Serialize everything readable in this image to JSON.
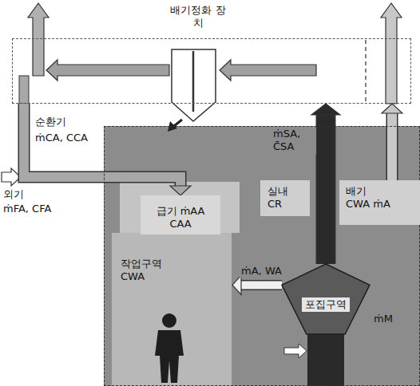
{
  "diagram": {
    "nodes": [
      {
        "text": [
          "배기정화 장치"
        ]
      },
      {
        "text": [
          "실내 CR"
        ]
      },
      {
        "text": [
          "급기 ṁAA CAA"
        ],
        "in": 1
      },
      {
        "text": [
          "배기 CWA ṁA"
        ],
        "in": 1
      },
      {
        "text": [
          "작업구역 CWA"
        ],
        "in": 1
      },
      {
        "text": [
          "포집구역"
        ],
        "in": 1
      }
    ],
    "edges": [
      {
        "from": 5,
        "to": 0,
        "arrow": "to"
      },
      {
        "from": 0,
        "to": 2,
        "arrow": "to"
      },
      {
        "from": 3,
        "to": 0,
        "arrow": "to"
      },
      {
        "from": 5,
        "to": 4,
        "arrow": "to",
        "label": "ṁA, WA"
      }
    ],
    "labels": [
      "순환기",
      "ṁCA, CCA",
      "외기",
      "ṁFA, CFA",
      "ṁSA, C̄SA",
      "ṁM"
    ]
  }
}
